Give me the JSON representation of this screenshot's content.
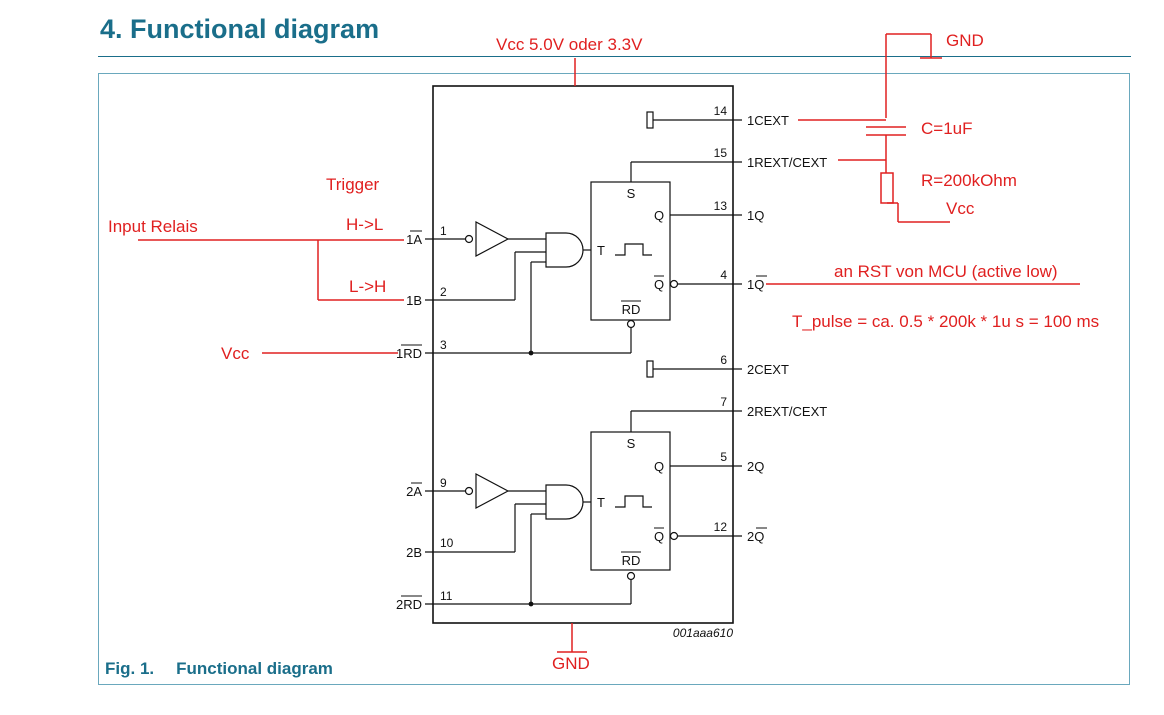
{
  "section": {
    "number": "4.",
    "title": "Functional diagram"
  },
  "figure": {
    "label": "Fig. 1.",
    "title": "Functional diagram",
    "code": "001aaa610"
  },
  "chip": {
    "top_left_pins": [
      {
        "number": "1",
        "label": "1A",
        "overline": true
      },
      {
        "number": "2",
        "label": "1B",
        "overline": false
      },
      {
        "number": "3",
        "label": "1RD",
        "overline": true
      }
    ],
    "top_right_pins": [
      {
        "number": "14",
        "label": "1CEXT"
      },
      {
        "number": "15",
        "label": "1REXT/CEXT"
      },
      {
        "number": "13",
        "label": "1Q",
        "overline": false
      },
      {
        "number": "4",
        "label": "1Q",
        "overline": true
      },
      {
        "number": "6",
        "label": "2CEXT"
      },
      {
        "number": "7",
        "label": "2REXT/CEXT"
      },
      {
        "number": "5",
        "label": "2Q",
        "overline": false
      },
      {
        "number": "12",
        "label": "2Q",
        "overline": true
      }
    ],
    "bottom_left_pins": [
      {
        "number": "9",
        "label": "2A",
        "overline": true
      },
      {
        "number": "10",
        "label": "2B",
        "overline": false
      },
      {
        "number": "11",
        "label": "2RD",
        "overline": true
      }
    ],
    "flipflop": {
      "set": "S",
      "q": "Q",
      "qbar": "Q",
      "t": "T",
      "reset": "RD"
    }
  },
  "annotations": {
    "vcc_supply": "Vcc 5.0V oder 3.3V",
    "gnd_top": "GND",
    "gnd_bottom": "GND",
    "capacitor": "C=1uF",
    "resistor": "R=200kOhm",
    "vcc_resistor": "Vcc",
    "trigger": "Trigger",
    "input_relais": "Input Relais",
    "edge_falling": "H->L",
    "edge_rising": "L->H",
    "vcc_reset": "Vcc",
    "rst_target": "an RST von MCU (active low)",
    "pulse_formula": "T_pulse = ca. 0.5 * 200k * 1u s = 100 ms"
  },
  "colors": {
    "heading": "#1a6e8a",
    "annotation": "#e02020",
    "line": "#111111"
  }
}
